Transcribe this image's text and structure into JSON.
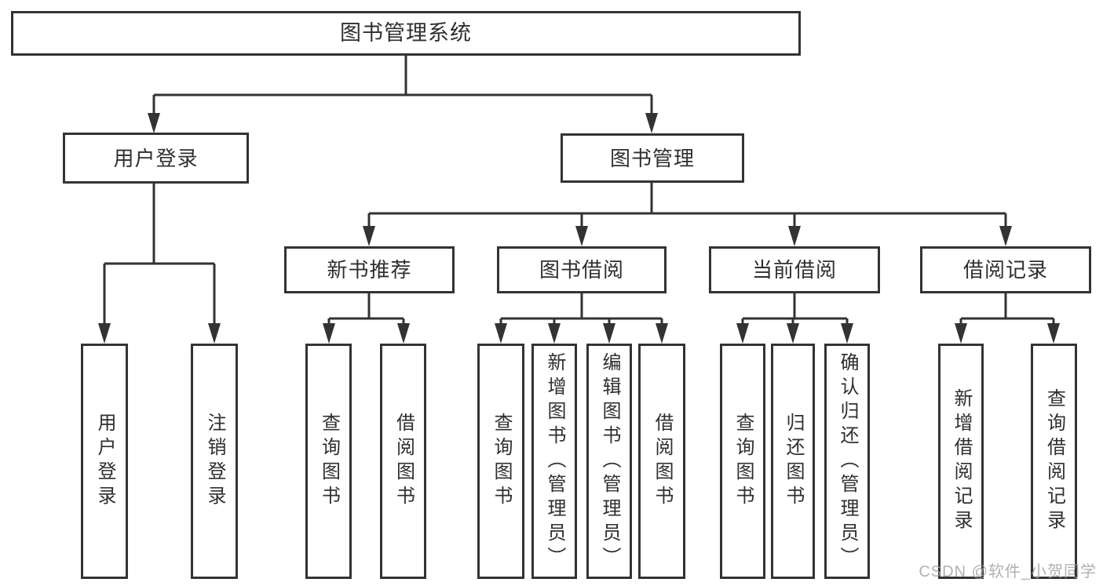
{
  "meta": {
    "type": "hierarchy-diagram"
  },
  "colors": {
    "line": "#333333",
    "box_border": "#333333",
    "box_fill": "#ffffff",
    "text": "#2f2f2f",
    "watermark": "#9e9e9e"
  },
  "watermark": {
    "text": "CSDN @软件_小贺同学"
  },
  "tree": {
    "label": "图书管理系统",
    "children": [
      {
        "label": "用户登录",
        "children": [
          {
            "label": "用户登录"
          },
          {
            "label": "注销登录"
          }
        ]
      },
      {
        "label": "图书管理",
        "children": [
          {
            "label": "新书推荐",
            "children": [
              {
                "label": "查询图书"
              },
              {
                "label": "借阅图书"
              }
            ]
          },
          {
            "label": "图书借阅",
            "children": [
              {
                "label": "查询图书"
              },
              {
                "label": "新增图书（管理员）"
              },
              {
                "label": "编辑图书（管理员）"
              },
              {
                "label": "借阅图书"
              }
            ]
          },
          {
            "label": "当前借阅",
            "children": [
              {
                "label": "查询图书"
              },
              {
                "label": "归还图书"
              },
              {
                "label": "确认归还（管理员）"
              }
            ]
          },
          {
            "label": "借阅记录",
            "children": [
              {
                "label": "新增借阅记录"
              },
              {
                "label": "查询借阅记录"
              }
            ]
          }
        ]
      }
    ]
  }
}
